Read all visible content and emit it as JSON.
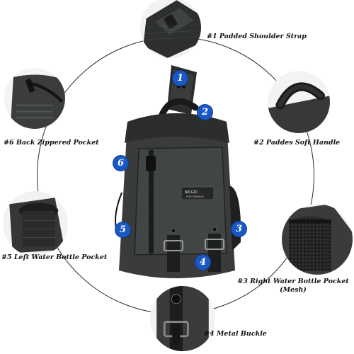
{
  "captions": {
    "c1": "#1 Padded Shoulder Strap",
    "c2": "#2 Paddes Soft Handle",
    "c3_line1": "#3 Right Water Bottle Pocket",
    "c3_line2": "(Mesh)",
    "c4": "#4 Metal Buckle",
    "c5": "#5 Left Water Bottle Pocket",
    "c6": "#6 Back Zippered Pocket"
  },
  "badges": {
    "b1": "1",
    "b2": "2",
    "b3": "3",
    "b4": "4",
    "b5": "5",
    "b6": "6"
  },
  "brand": {
    "logo_text": "NICGID",
    "tagline": "PERFORMANCE"
  },
  "colors": {
    "badge": "#1a58c4",
    "bag_body": "#3a3c3c",
    "bag_dark": "#1f2020",
    "text": "#111111"
  }
}
